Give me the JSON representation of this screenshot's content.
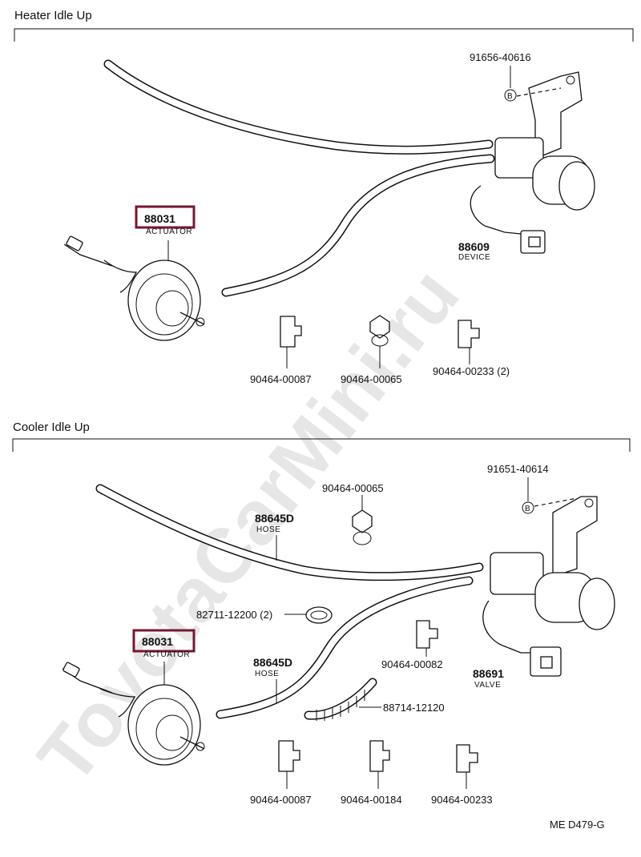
{
  "watermark": "ToyotaCarMini.ru",
  "sections": [
    {
      "title": "Heater Idle Up",
      "labels": {
        "actuator_no": "88031",
        "actuator_name": "ACTUATOR",
        "bolt": "91656-40616",
        "bolt_marker": "B",
        "device_no": "88609",
        "device_name": "DEVICE",
        "clip1": "90464-00087",
        "clip2": "90464-00065",
        "clip3": "90464-00233 (2)"
      }
    },
    {
      "title": "Cooler Idle Up",
      "labels": {
        "bolt": "91651-40614",
        "bolt_marker": "B",
        "clip_top": "90464-00065",
        "hose_upper_no": "88645D",
        "hose_upper_name": "HOSE",
        "clamp": "82711-12200 (2)",
        "actuator_no": "88031",
        "actuator_name": "ACTUATOR",
        "clip_mid": "90464-00082",
        "hose_lower_no": "88645D",
        "hose_lower_name": "HOSE",
        "valve_no": "88691",
        "valve_name": "VALVE",
        "tube": "88714-12120",
        "clip_a": "90464-00087",
        "clip_b": "90464-00184",
        "clip_c": "90464-00233"
      }
    }
  ],
  "figure_code": "ME D479-G",
  "highlight_color": "#7a1530"
}
